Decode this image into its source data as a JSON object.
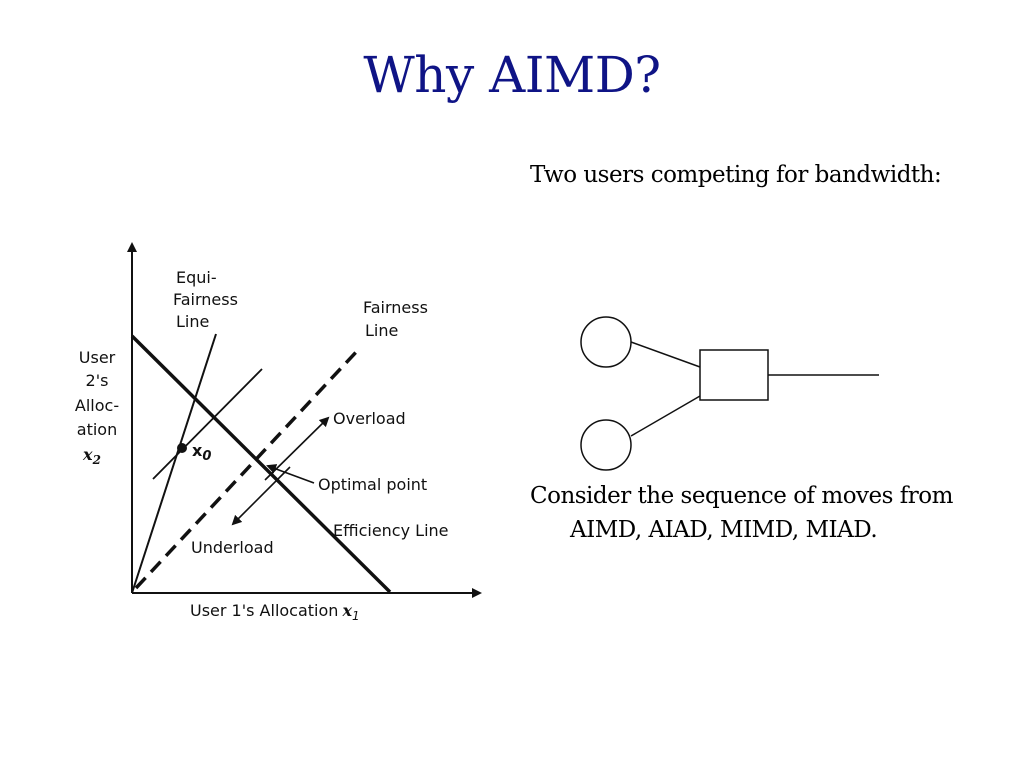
{
  "title": "Why AIMD?",
  "paragraphs": [
    "Two users competing for bandwidth:",
    "Consider the sequence of moves from AIMD, AIAD, MIMD, MIAD."
  ],
  "diagram": {
    "equi_fairness_label": [
      "Equi-",
      "Fairness",
      "Line"
    ],
    "fairness_label": [
      "Fairness",
      "Line"
    ],
    "y_axis_label": [
      "User",
      "2's",
      "Alloc-",
      "ation"
    ],
    "y_axis_var": "x",
    "y_axis_sub": "2",
    "x_axis_label": "User 1's Allocation",
    "x_axis_var": "x",
    "x_axis_sub": "1",
    "point_label": "x",
    "point_sub": "0",
    "overload_label": "Overload",
    "optimal_label": "Optimal point",
    "efficiency_label": "Efficiency Line",
    "underload_label": "Underload"
  },
  "network": {
    "users": 2,
    "bottleneck": 1
  }
}
